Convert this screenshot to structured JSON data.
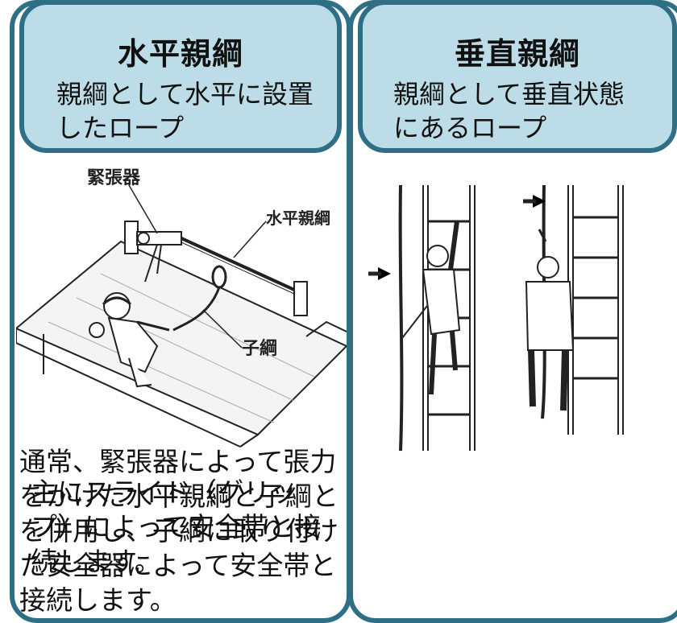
{
  "left": {
    "title": "水平親綱",
    "subtitle": "親綱として水平に設置\nしたロープ",
    "labels": {
      "tensioner": "緊張器",
      "horizontal_rope": "水平親綱",
      "sub_rope": "子綱"
    },
    "description": "通常、緊張器によって張力\nをかけた水平親綱と子綱と\nを併用し、子綱に取り付け\nた安全器によって安全帯と\n接続します。"
  },
  "right": {
    "title": "垂直親綱",
    "subtitle": "親綱として垂直状態\nにあるロープ",
    "description": "主にスライド（グリッ\nプ）によって安全帯と接\n続します。"
  },
  "colors": {
    "border": "#2f6f86",
    "header_fill": "#bcdde7"
  }
}
